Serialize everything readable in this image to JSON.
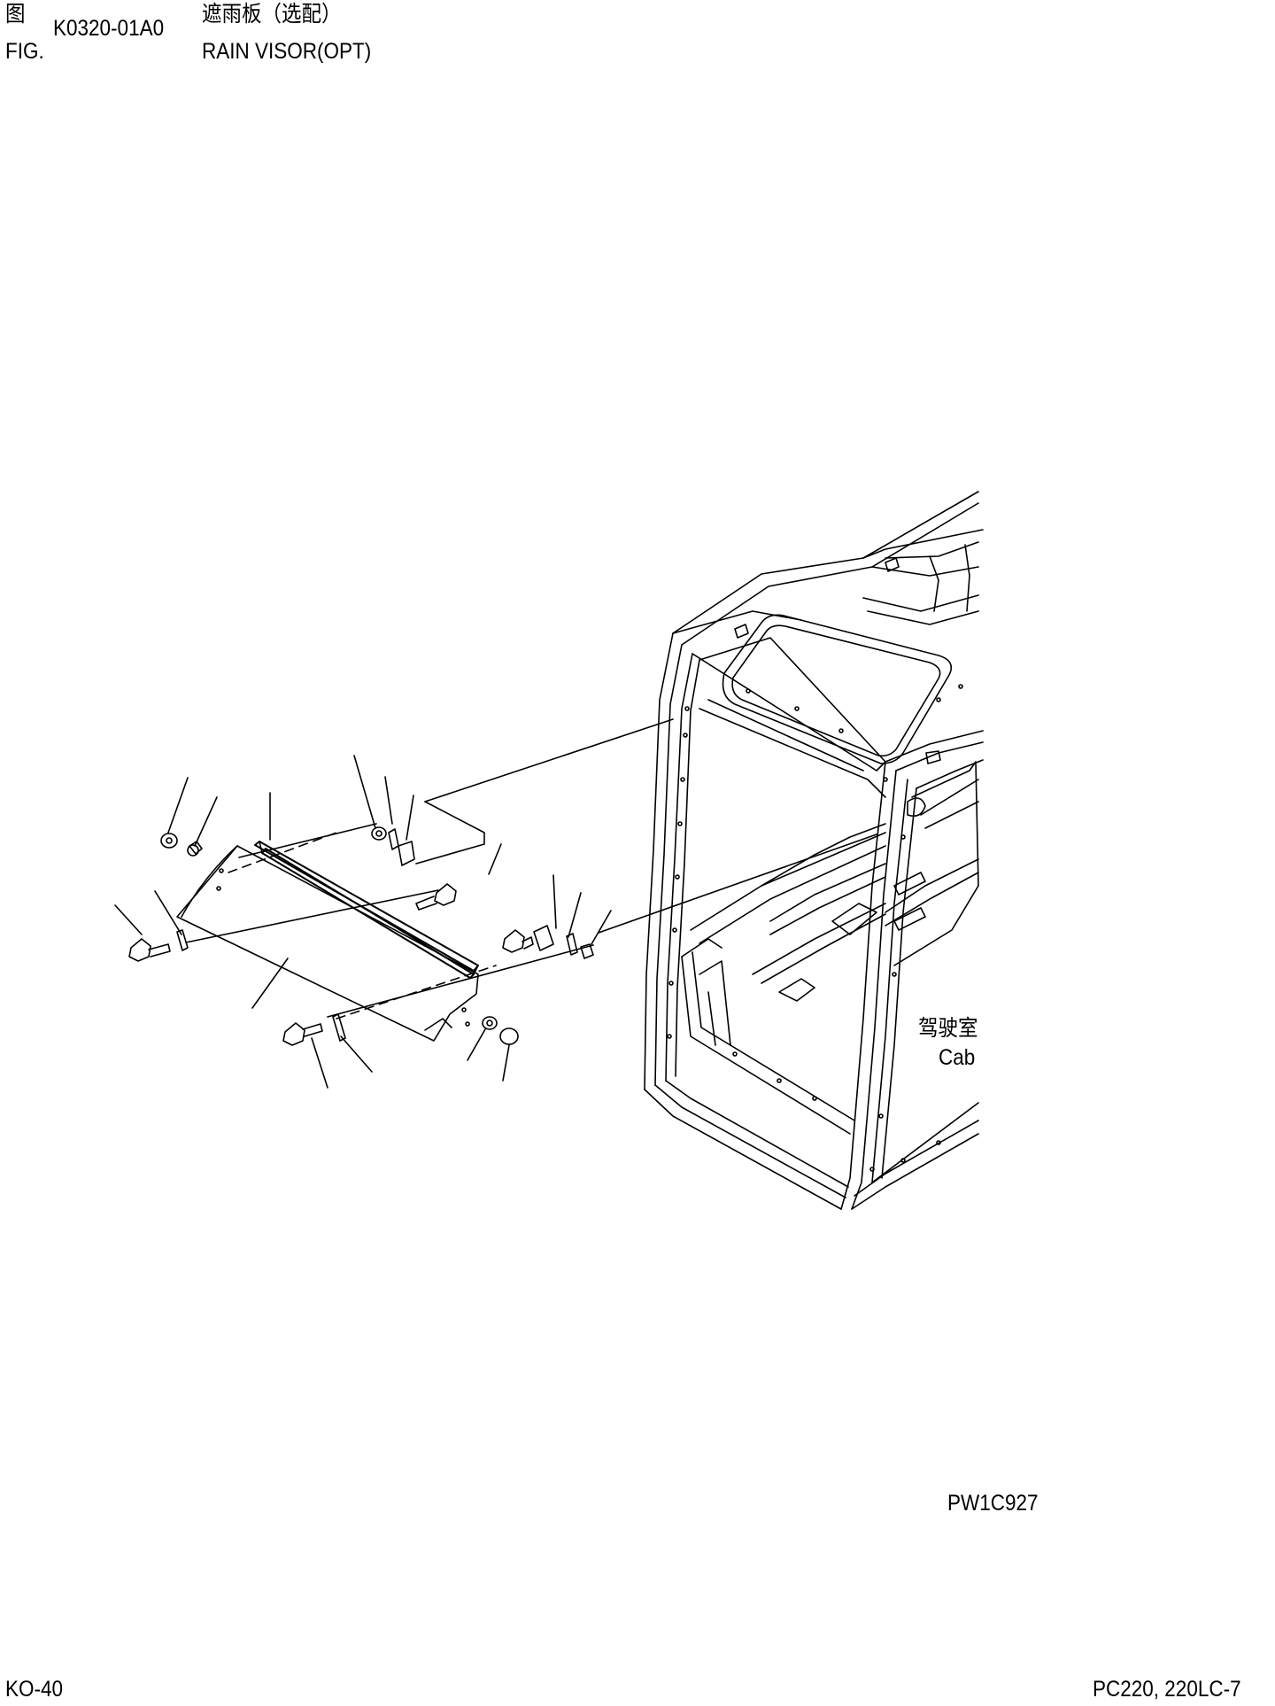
{
  "header": {
    "fig_label_cn": "图",
    "fig_label_en": "FIG.",
    "fig_number": "K0320-01A0",
    "title_cn": "遮雨板（选配）",
    "title_en": "RAIN VISOR(OPT)"
  },
  "diagram": {
    "cab_label_cn": "驾驶室",
    "cab_label_en": "Cab",
    "drawing_code": "PW1C927"
  },
  "footer": {
    "page_code": "KO-40",
    "model": "PC220, 220LC-7"
  }
}
